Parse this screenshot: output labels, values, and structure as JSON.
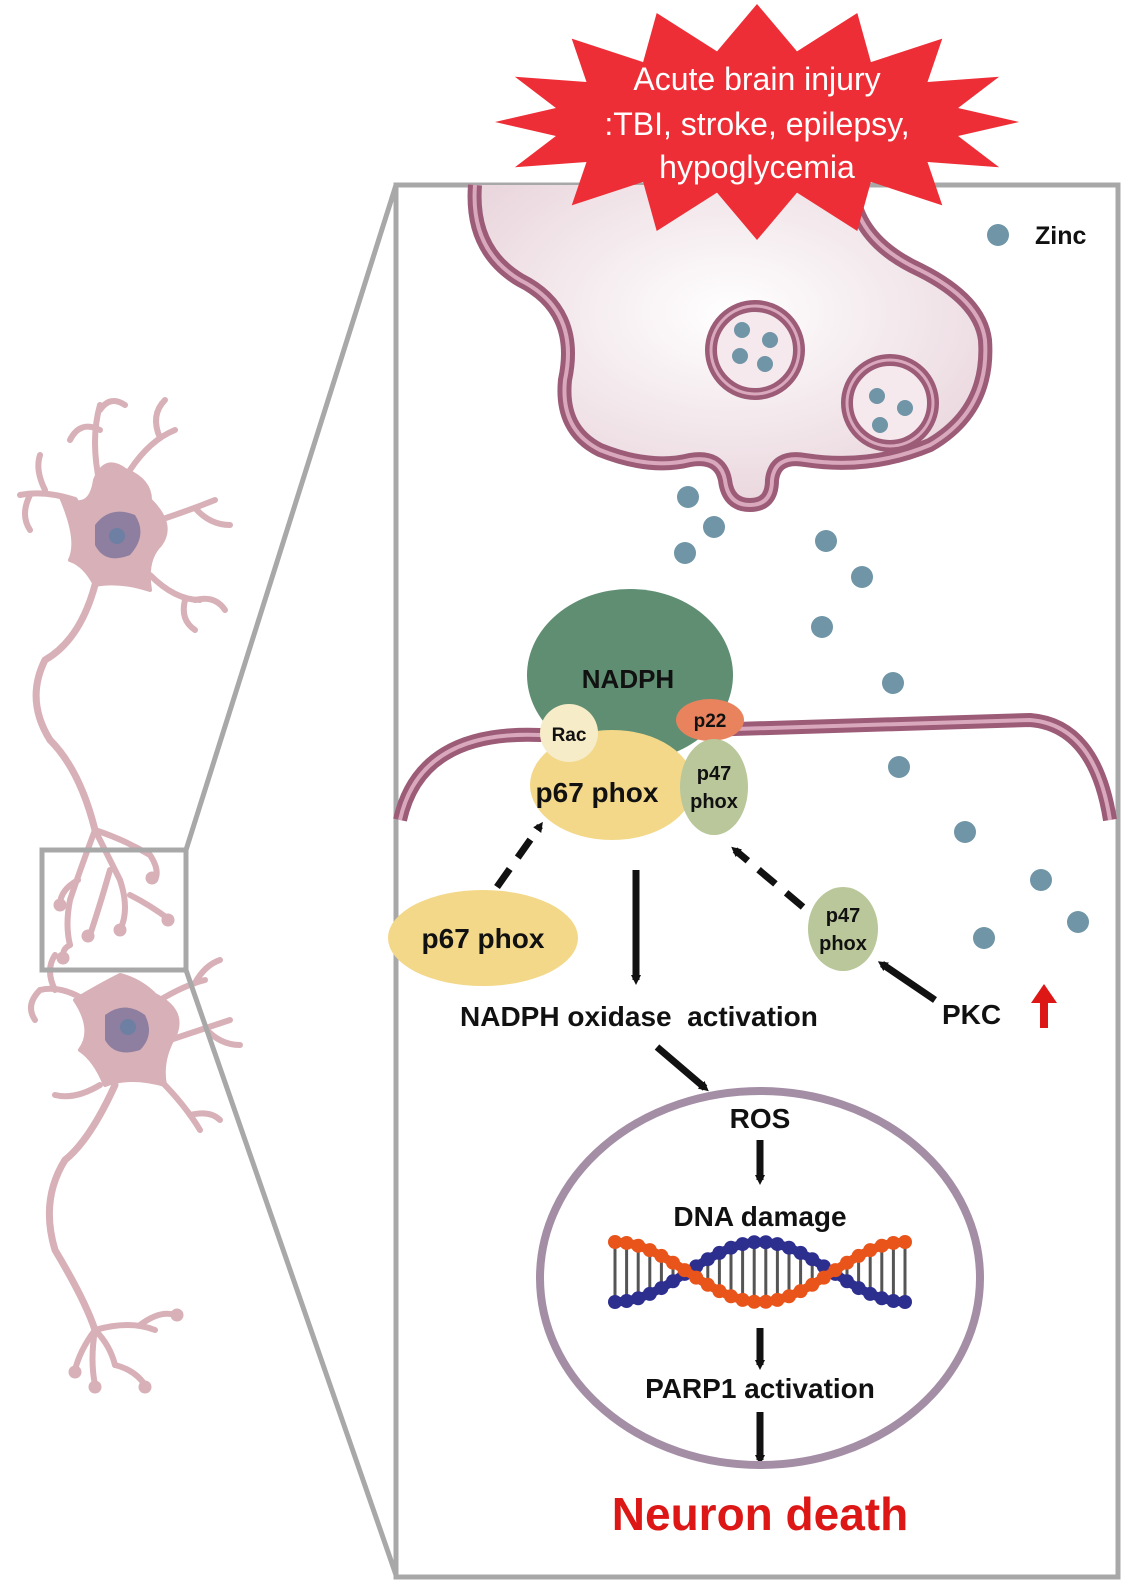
{
  "injury": {
    "line1": "Acute brain injury",
    "line2": ":TBI, stroke, epilepsy,",
    "line3": "hypoglycemia"
  },
  "legend": {
    "zinc_label": "Zinc"
  },
  "complex": {
    "nadph": "NADPH",
    "rac": "Rac",
    "p22": "p22",
    "p67": "p67 phox",
    "p47_line1": "p47",
    "p47_line2": "phox"
  },
  "free_p67": "p67 phox",
  "free_p47": {
    "line1": "p47",
    "line2": "phox"
  },
  "pkc": "PKC",
  "oxidase_activation": "NADPH oxidase  activation",
  "nucleus": {
    "ros": "ROS",
    "dna_damage": "DNA damage",
    "parp1": "PARP1 activation"
  },
  "outcome": "Neuron death",
  "colors": {
    "injury_burst": "#ee2e36",
    "membrane": "#9c5b76",
    "zinc": "#6f95a6",
    "nadph": "#5f8e72",
    "p67": "#f3d88a",
    "p47": "#b9c79a",
    "p22": "#e9835e",
    "rac": "#f7ecc8",
    "nucleus_ring": "#a48ea6",
    "dna_orange": "#e8541a",
    "dna_blue": "#2d2f8f",
    "death_text": "#dd1616",
    "pkc_up_arrow": "#dd1616",
    "neuron": "#d8b0b8",
    "soma_nucleus": "#8e7fa0"
  }
}
